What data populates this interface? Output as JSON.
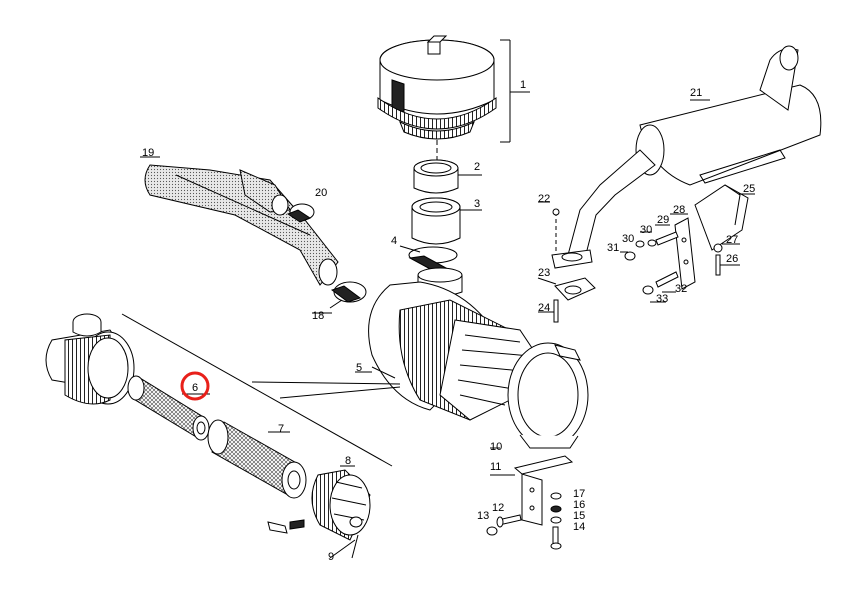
{
  "parts": [
    {
      "id": "1",
      "label": "1"
    },
    {
      "id": "2",
      "label": "2"
    },
    {
      "id": "3",
      "label": "3"
    },
    {
      "id": "4",
      "label": "4"
    },
    {
      "id": "5",
      "label": "5"
    },
    {
      "id": "6",
      "label": "6"
    },
    {
      "id": "7",
      "label": "7"
    },
    {
      "id": "8",
      "label": "8"
    },
    {
      "id": "9",
      "label": "9"
    },
    {
      "id": "10",
      "label": "10"
    },
    {
      "id": "11",
      "label": "11"
    },
    {
      "id": "12",
      "label": "12"
    },
    {
      "id": "13",
      "label": "13"
    },
    {
      "id": "14",
      "label": "14"
    },
    {
      "id": "15",
      "label": "15"
    },
    {
      "id": "16",
      "label": "16"
    },
    {
      "id": "17",
      "label": "17"
    },
    {
      "id": "18",
      "label": "18"
    },
    {
      "id": "19",
      "label": "19"
    },
    {
      "id": "20",
      "label": "20"
    },
    {
      "id": "21",
      "label": "21"
    },
    {
      "id": "22",
      "label": "22"
    },
    {
      "id": "23",
      "label": "23"
    },
    {
      "id": "24",
      "label": "24"
    },
    {
      "id": "25",
      "label": "25"
    },
    {
      "id": "26",
      "label": "26"
    },
    {
      "id": "27",
      "label": "27"
    },
    {
      "id": "28",
      "label": "28"
    },
    {
      "id": "29",
      "label": "29"
    },
    {
      "id": "30a",
      "label": "30"
    },
    {
      "id": "30b",
      "label": "30"
    },
    {
      "id": "31",
      "label": "31"
    },
    {
      "id": "32",
      "label": "32"
    },
    {
      "id": "33",
      "label": "33"
    }
  ],
  "highlight": {
    "part": "6",
    "color": "#e8201a"
  }
}
